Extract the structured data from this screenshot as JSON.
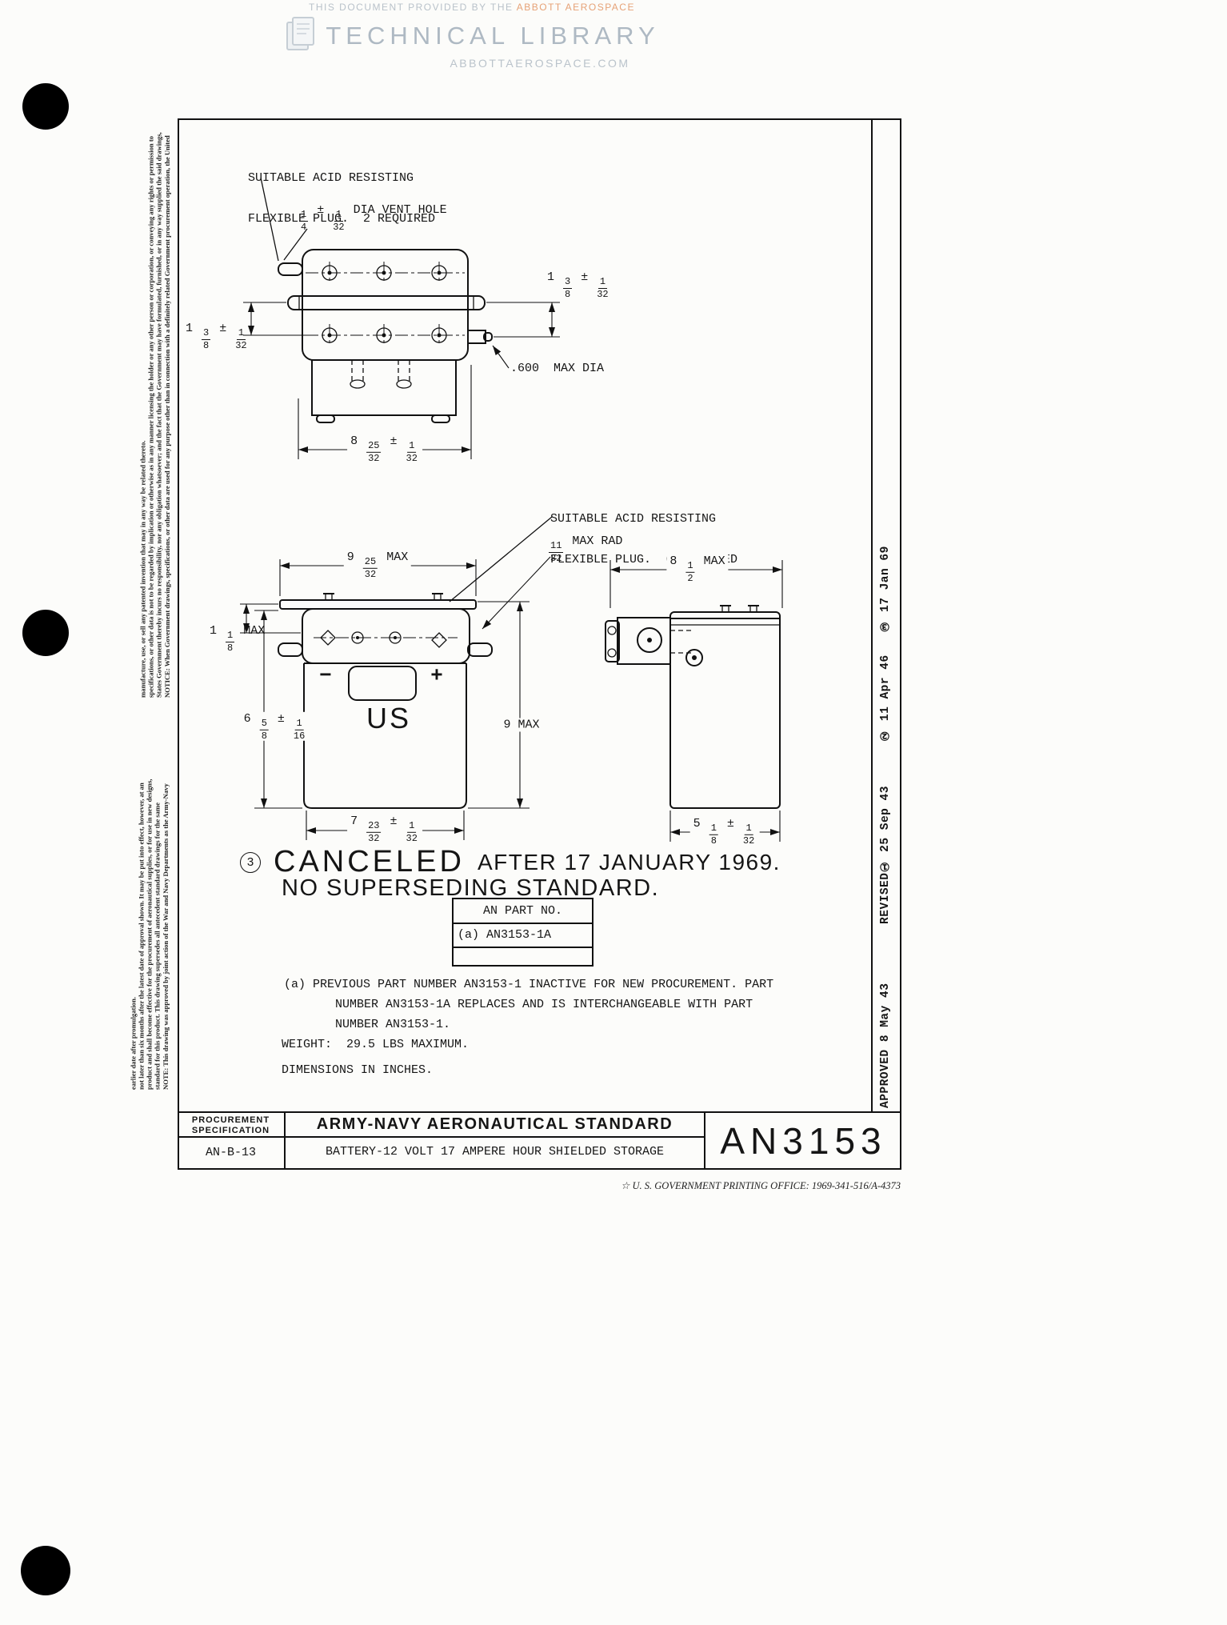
{
  "watermark": {
    "provided_by": "THIS DOCUMENT PROVIDED BY THE ",
    "provider": "ABBOTT AEROSPACE",
    "title": "TECHNICAL LIBRARY",
    "url": "ABBOTTAEROSPACE.COM"
  },
  "margins": {
    "notice": "NOTICE: When Government drawings, specifications, or other data are used for any purpose other than in connection with a definitely related Government procurement operation, the United States Government thereby incurs no responsibility, nor any obligation whatsoever; and the fact that the Government may have formulated, furnished, or in any way supplied the said drawings, specifications, or other data is not to be regarded by implication or otherwise as in any manner licensing the holder or any other person or corporation, or conveying any rights or permission to manufacture, use, or sell any patented invention that may in any way be related thereto.",
    "note": "NOTE: This drawing was approved by joint action of the War and Navy Departments as the Army-Navy standard for this product. This drawing supersedes all antecedent standard drawings for the same product and shall become effective for the procurement of aeronautical supplies, or for use in new designs, not later than six months after the latest date of approval shown. It may be put into effect, however, at an earlier date after promulgation.",
    "revision_strip": "APPROVED 8 May 43        REVISED① 25 Sep 43      ② 11 Apr 46   ③ 17 Jan 69"
  },
  "top_view": {
    "plug_note_line1": "SUITABLE ACID RESISTING",
    "plug_note_line2": "FLEXIBLE PLUG.  2 REQUIRED",
    "vent_hole": "1/4 ± 1/32 DIA VENT HOLE",
    "dim_right": "1 3/8 ± 1/32",
    "dim_left": "1 3/8 ± 1/32",
    "max_dia": ".600  MAX DIA",
    "dim_width": "8 25/32 ± 1/32"
  },
  "front_view": {
    "plug_note_line1": "SUITABLE ACID RESISTING",
    "plug_note_line2": "FLEXIBLE PLUG.  6 REQUIRED",
    "rad": "11/32 MAX RAD",
    "dim_top_width": "9 25/32 MAX",
    "dim_flange": "1 1/8 MAX",
    "dim_height": "6 5/8 ± 1/16",
    "dim_height_max": "9 MAX",
    "dim_bottom_width": "7 23/32 ± 1/32",
    "minus": "−",
    "plus": "+",
    "us_label": "US"
  },
  "side_view": {
    "dim_top": "8 1/2 MAX",
    "dim_bottom": "5 1/8 ± 1/32"
  },
  "cancel": {
    "ref": "3",
    "big": "CANCELED",
    "rest": "AFTER 17 JANUARY 1969.",
    "line2": "NO SUPERSEDING STANDARD."
  },
  "part_table": {
    "header": "AN PART NO.",
    "row": "(a) AN3153-1A"
  },
  "notes": {
    "a_lines": [
      "(a)  PREVIOUS PART NUMBER AN3153-1 INACTIVE FOR NEW PROCUREMENT.  PART",
      "NUMBER AN3153-1A REPLACES AND IS INTERCHANGEABLE WITH PART",
      "NUMBER AN3153-1."
    ],
    "weight": "WEIGHT:  29.5 LBS MAXIMUM.",
    "dims": "DIMENSIONS IN INCHES."
  },
  "title_block": {
    "proc_label_1": "PROCUREMENT",
    "proc_label_2": "SPECIFICATION",
    "proc_value": "AN-B-13",
    "standard": "ARMY-NAVY AERONAUTICAL STANDARD",
    "title": "BATTERY-12 VOLT 17 AMPERE HOUR SHIELDED STORAGE",
    "number": "AN3153"
  },
  "footer": "☆ U. S. GOVERNMENT PRINTING OFFICE: 1969-341-516/A-4373"
}
